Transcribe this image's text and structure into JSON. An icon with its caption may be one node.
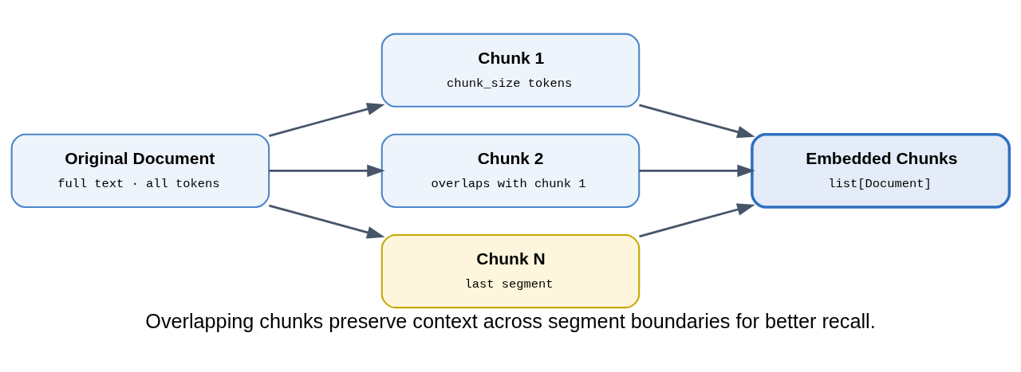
{
  "diagram": {
    "caption": "Overlapping chunks preserve context across segment boundaries for better recall.",
    "nodes": [
      {
        "text": [
          "Original Document",
          "full text · all tokens"
        ]
      },
      {
        "text": [
          "Chunk 1",
          "chunk_size tokens"
        ]
      },
      {
        "text": [
          "Chunk 2",
          "overlaps with chunk 1"
        ]
      },
      {
        "text": [
          "Chunk N",
          "last segment"
        ]
      },
      {
        "text": [
          "Embedded Chunks",
          "list[Document]"
        ]
      }
    ],
    "edges": [
      {
        "from": 0,
        "to": 1,
        "arrow": "to"
      },
      {
        "from": 0,
        "to": 2,
        "arrow": "to"
      },
      {
        "from": 0,
        "to": 3,
        "arrow": "to"
      },
      {
        "from": 1,
        "to": 4,
        "arrow": "to"
      },
      {
        "from": 2,
        "to": 4,
        "arrow": "to"
      },
      {
        "from": 3,
        "to": 4,
        "arrow": "to"
      }
    ]
  }
}
